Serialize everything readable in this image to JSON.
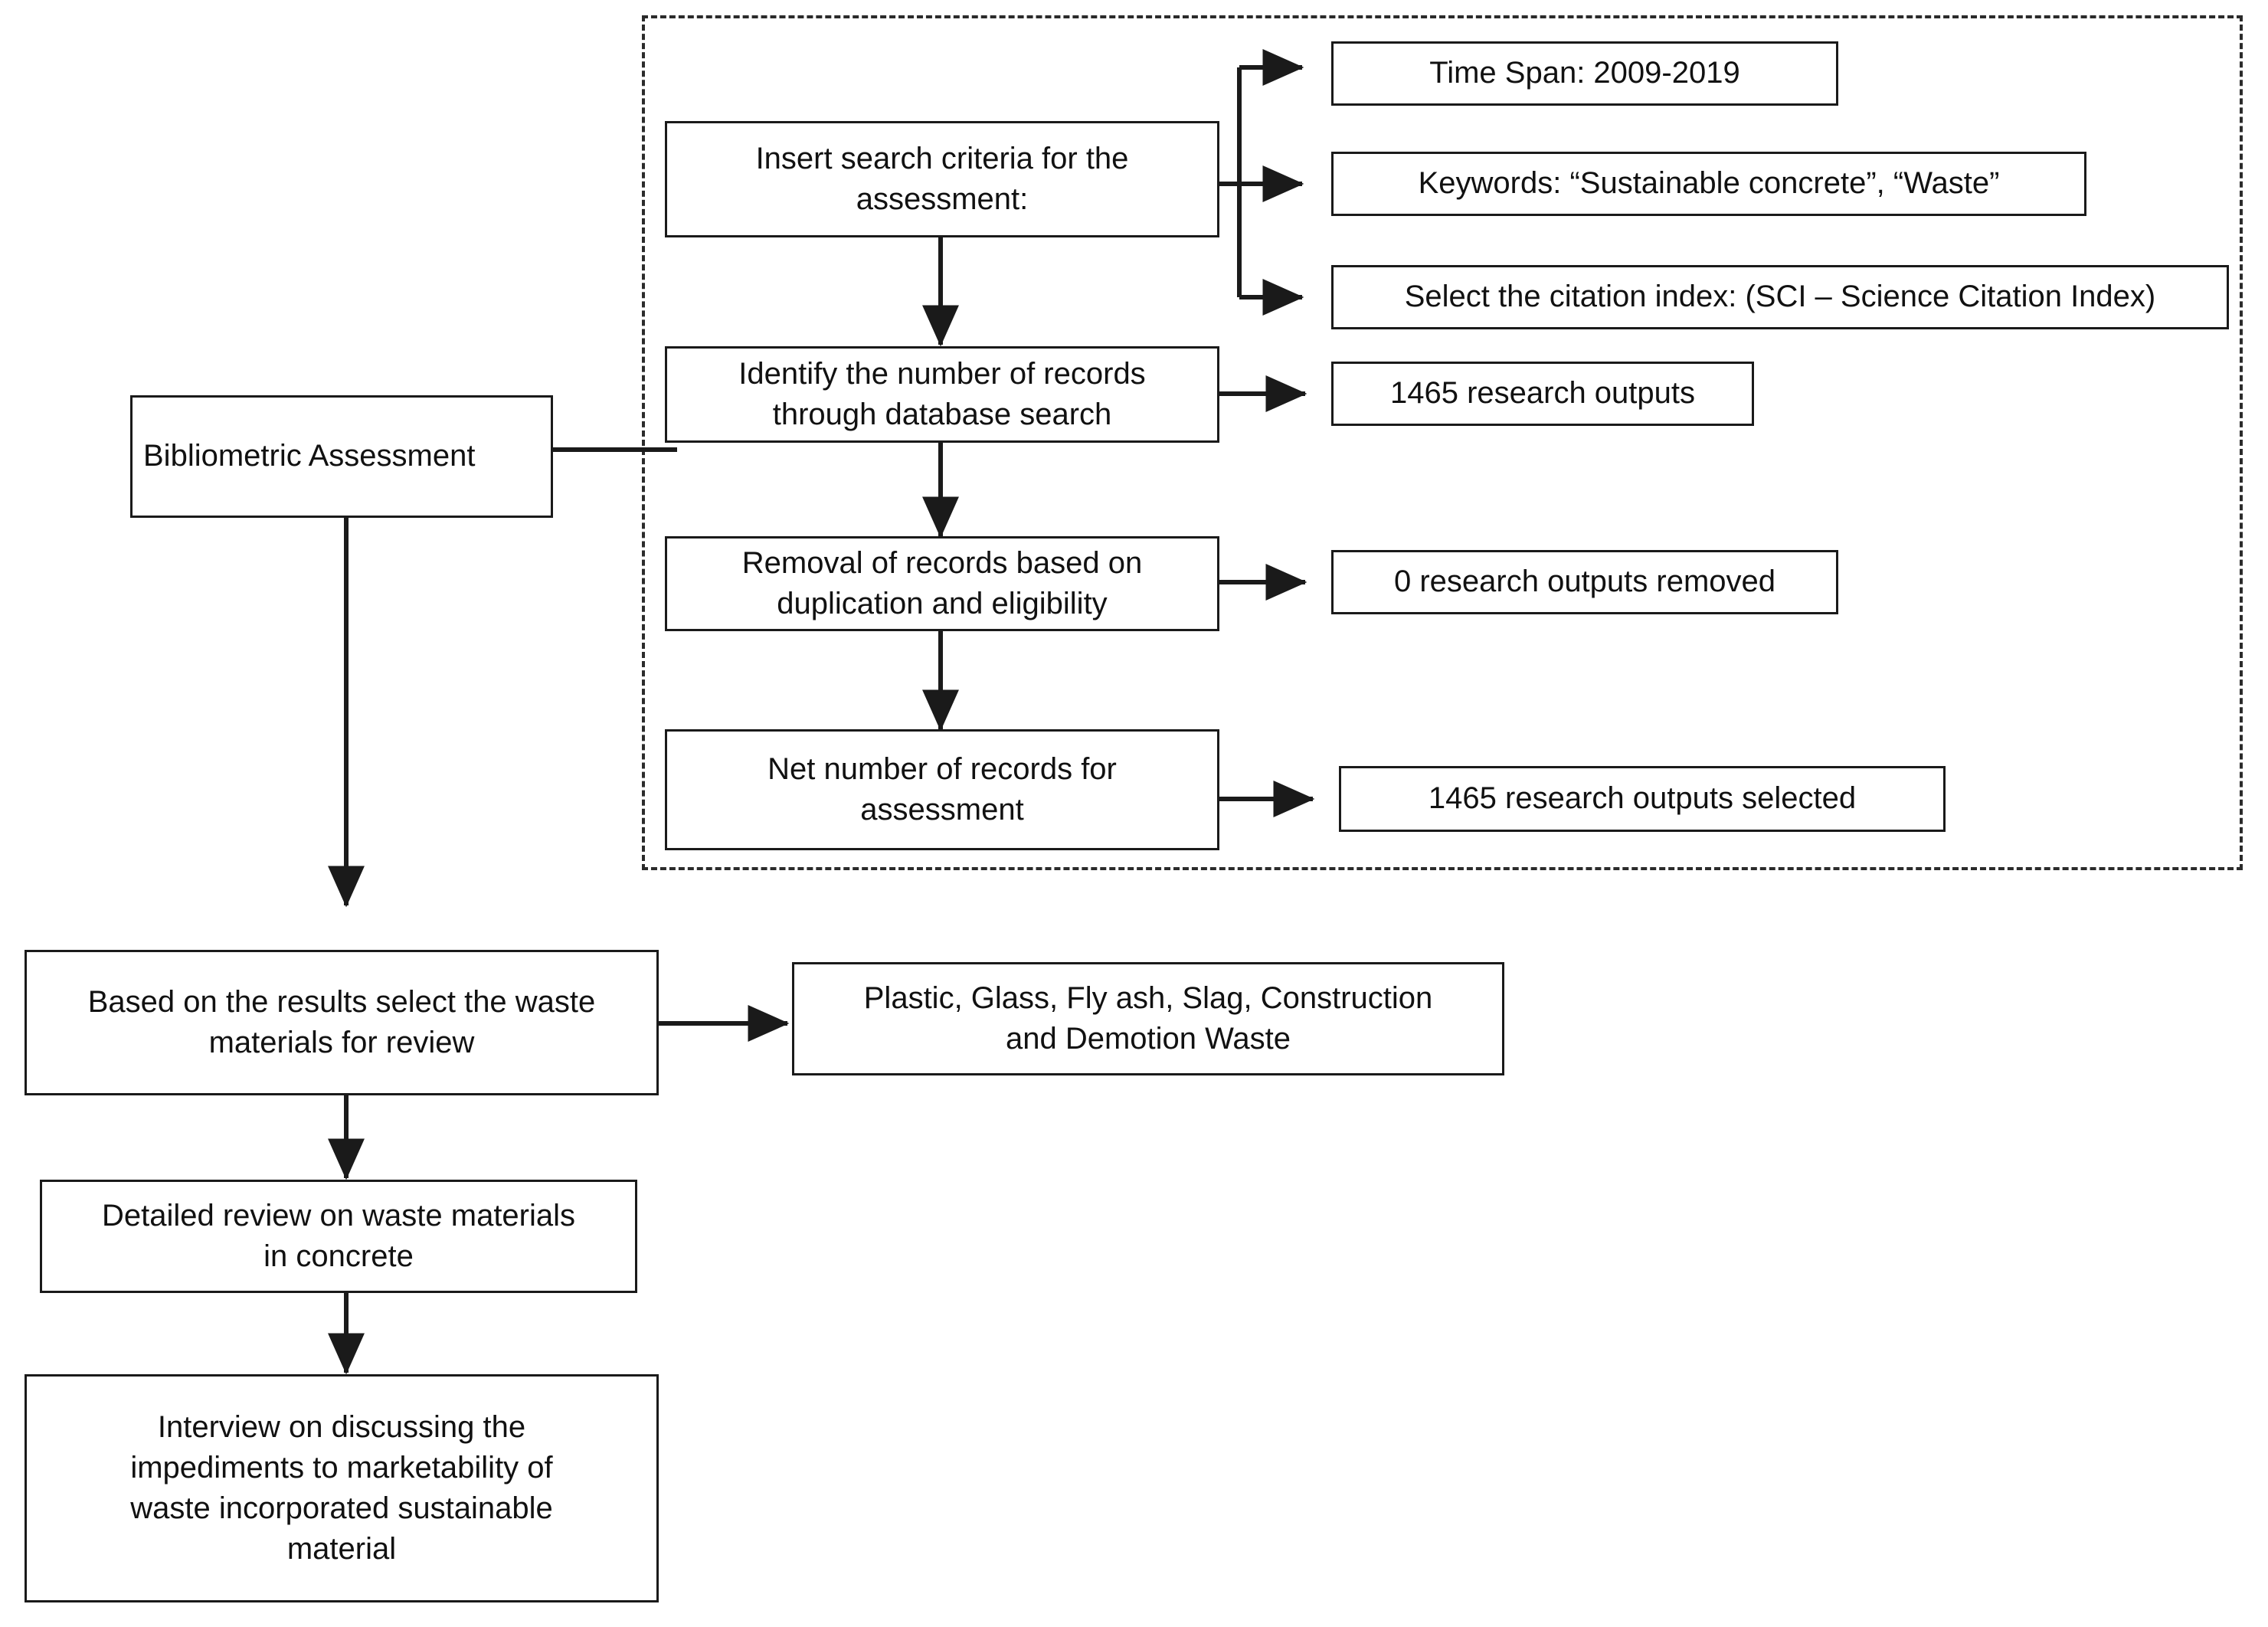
{
  "diagram": {
    "title": "Bibliometric assessment and review methodology flowchart",
    "background_color": "#ffffff",
    "line_color": "#1a1a1a",
    "box_border_color": "#1a1a1a",
    "dashed_border_color": "#2b2b2b"
  },
  "dashed_group": {
    "label": "bibliometric-assessment-phase"
  },
  "nodes": {
    "bibliometric_assessment": "Bibliometric Assessment",
    "insert_search_criteria": "Insert search criteria for the\nassessment:",
    "time_span": "Time Span: 2009-2019",
    "keywords": "Keywords: “Sustainable concrete”, “Waste”",
    "citation_index": "Select the citation index: (SCI – Science Citation Index)",
    "identify_records": "Identify the number of records\nthrough database search",
    "records_found": "1465 research outputs",
    "removal_records": "Removal of records based on\nduplication and eligibility",
    "records_removed": "0 research outputs removed",
    "net_records": "Net number of records for\nassessment",
    "records_selected": "1465 research outputs selected",
    "select_waste_materials": "Based on the results select the waste\nmaterials for review",
    "waste_material_list": "Plastic, Glass, Fly ash, Slag, Construction\nand Demotion Waste",
    "detailed_review": "Detailed review on waste materials\nin concrete",
    "interview": "Interview on discussing the\nimpediments to marketability of\nwaste incorporated sustainable\nmaterial"
  }
}
